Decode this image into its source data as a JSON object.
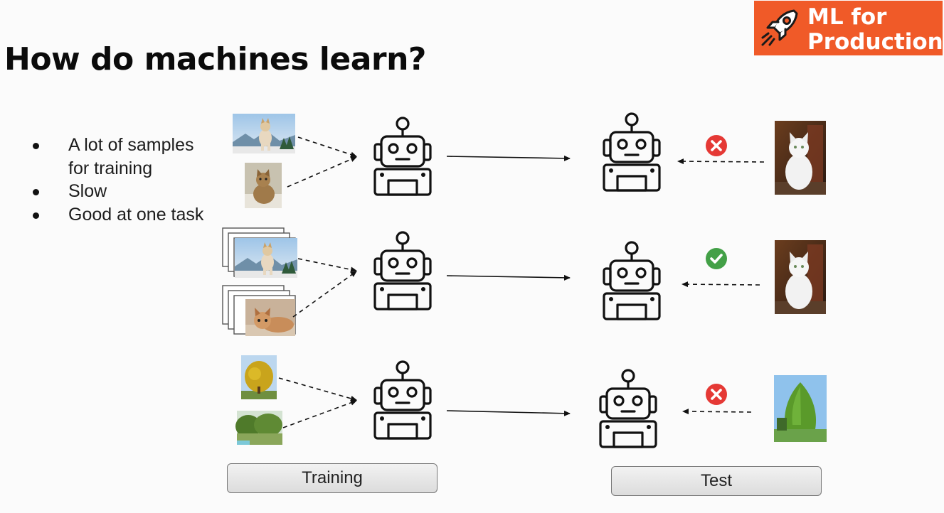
{
  "slide": {
    "title": "How do machines learn?",
    "brand": {
      "line1": "ML for",
      "line2": "Production",
      "color": "#f05a28",
      "icon": "rocket-icon"
    },
    "bullets": [
      "A lot of samples for training",
      "Slow",
      "Good at one task"
    ],
    "labels": {
      "training": "Training",
      "test": "Test"
    },
    "rows": [
      {
        "training_images": [
          "dog-photo",
          "cat-photo"
        ],
        "training_image_stacks": false,
        "test_image": "white-cat-photo",
        "result": "wrong",
        "result_icon": "x-circle-icon"
      },
      {
        "training_images": [
          "dog-photo",
          "cat-photo"
        ],
        "training_image_stacks": true,
        "test_image": "white-cat-photo",
        "result": "correct",
        "result_icon": "check-circle-icon"
      },
      {
        "training_images": [
          "yellow-tree-photo",
          "green-trees-photo"
        ],
        "training_image_stacks": false,
        "test_image": "conifer-tree-photo",
        "result": "wrong",
        "result_icon": "x-circle-icon"
      }
    ],
    "colors": {
      "wrong": "#e53935",
      "correct": "#43a047"
    }
  }
}
